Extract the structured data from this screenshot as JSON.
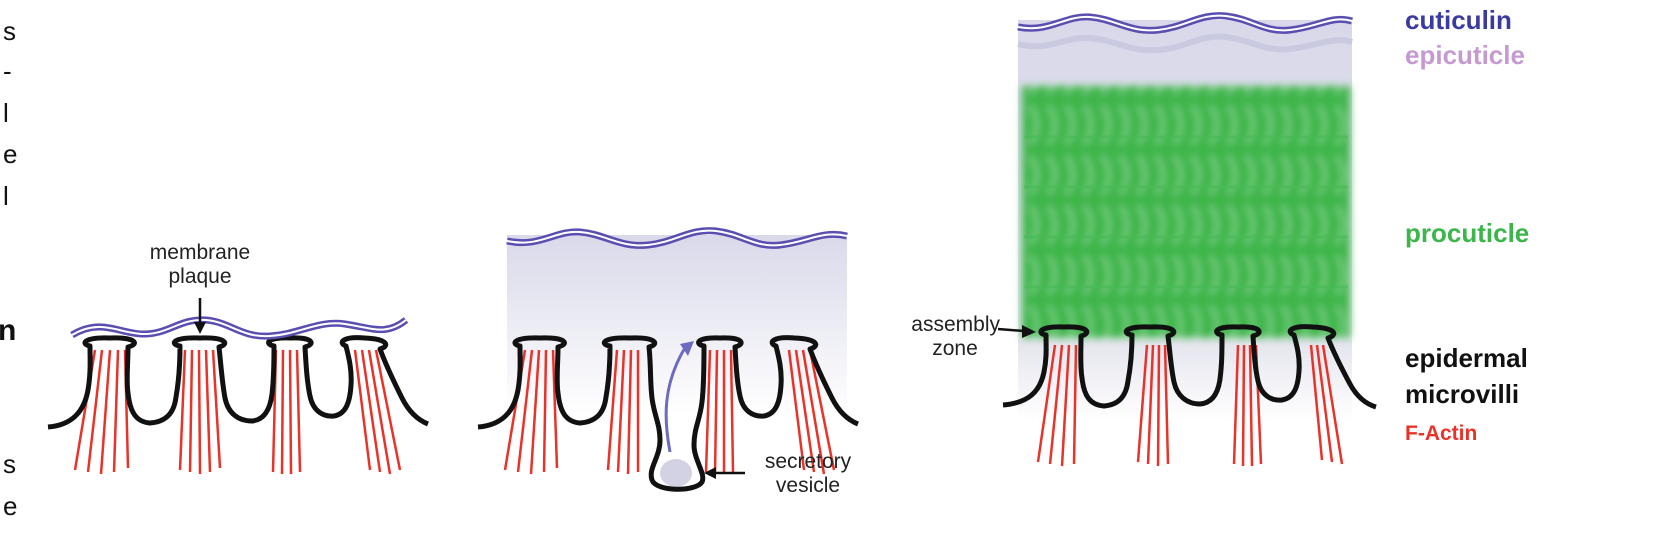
{
  "edge_text": {
    "chars": [
      "s",
      "-",
      "l",
      "e",
      "l",
      "n",
      "s",
      "e"
    ]
  },
  "panel1": {
    "label_line1": "membrane",
    "label_line2": "plaque"
  },
  "panel2": {
    "label_line1": "secretory",
    "label_line2": "vesicle"
  },
  "panel3": {
    "label_line1": "assembly",
    "label_line2": "zone"
  },
  "legend": {
    "cuticulin": "cuticulin",
    "epicuticle": "epicuticle",
    "procuticle": "procuticle",
    "epidermal": "epidermal",
    "microvilli": "microvilli",
    "factin": "F-Actin"
  },
  "colors": {
    "cuticulin": "#3a3aa0",
    "epicuticle": "#c59ad0",
    "procuticle": "#3cb54a",
    "microvilli": "#111111",
    "factin": "#e8332a",
    "wave": "#5a4fb0",
    "gradient_top": "#d9d9ea"
  }
}
